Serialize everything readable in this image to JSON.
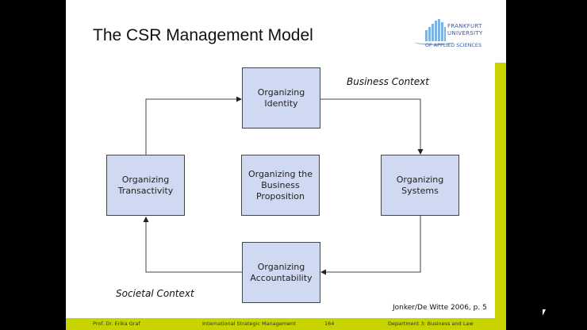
{
  "slide": {
    "title": "The CSR Management Model",
    "logo": {
      "line1": "FRANKFURT",
      "line2": "UNIVERSITY",
      "line3": "OF APPLIED SCIENCES"
    },
    "colors": {
      "accent": "#c8d400",
      "box_fill": "#d0d9f2",
      "box_border": "#444444"
    }
  },
  "diagram": {
    "boxes": [
      {
        "id": "identity",
        "label": "Organizing Identity"
      },
      {
        "id": "transactivity",
        "label": "Organizing Transactivity"
      },
      {
        "id": "business-proposition",
        "label": "Organizing the Business Proposition"
      },
      {
        "id": "systems",
        "label": "Organizing Systems"
      },
      {
        "id": "accountability",
        "label": "Organizing Accountability"
      }
    ],
    "edges": [
      {
        "from": "transactivity",
        "to": "identity"
      },
      {
        "from": "identity",
        "to": "systems"
      },
      {
        "from": "systems",
        "to": "accountability"
      },
      {
        "from": "accountability",
        "to": "transactivity"
      }
    ],
    "contexts": {
      "business": "Business Context",
      "societal": "Societal Context"
    },
    "source": "Jonker/De Witte 2006, p. 5"
  },
  "footer": {
    "author": "Prof. Dr. Erika Graf",
    "course": "International Strategic Management",
    "page": "164",
    "department": "Department 3:  Business and Law"
  }
}
